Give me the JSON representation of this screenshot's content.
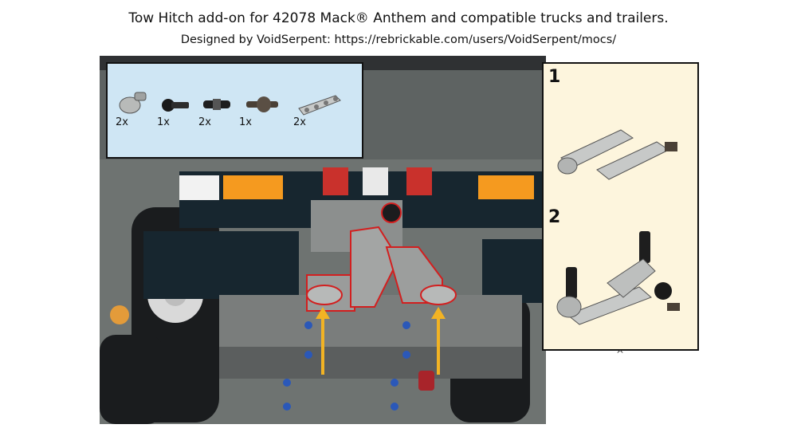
{
  "header": {
    "title": "Tow Hitch add-on for 42078 Mack® Anthem and compatible trucks and trailers.",
    "subtitle": "Designed by VoidSerpent: https://rebrickable.com/users/VoidSerpent/mocs/"
  },
  "parts_list": {
    "items": [
      {
        "icon": "pin-connector-icon",
        "qty": "2x"
      },
      {
        "icon": "ball-joint-icon",
        "qty": "1x"
      },
      {
        "icon": "friction-pin-icon",
        "qty": "2x"
      },
      {
        "icon": "axle-joiner-icon",
        "qty": "1x"
      },
      {
        "icon": "liftarm-icon",
        "qty": "2x"
      }
    ]
  },
  "steps": [
    {
      "number": "1"
    },
    {
      "number": "2"
    }
  ],
  "footer": {
    "caret": "^"
  },
  "colors": {
    "parts_bg": "#cfe6f4",
    "steps_bg": "#fdf5dd",
    "highlight": "#d21f1f",
    "arrow": "#f2b324",
    "truck_dark": "#17262f",
    "orange": "#f59a1f"
  }
}
